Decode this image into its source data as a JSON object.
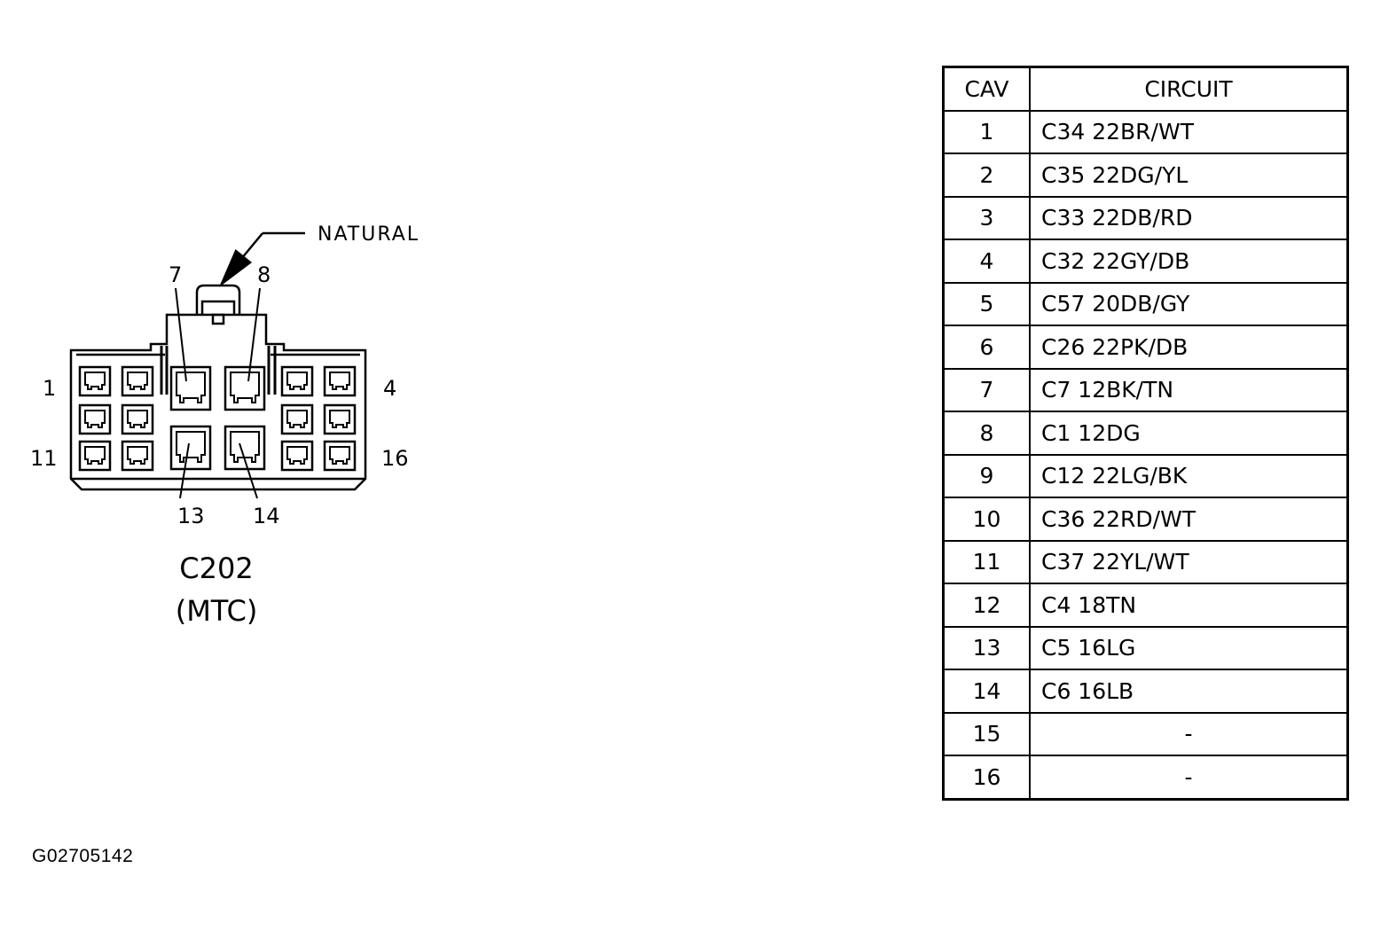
{
  "connector": {
    "name": "C202",
    "subtitle": "(MTC)",
    "color_callout": "NATURAL",
    "pin_labels": {
      "p1": "1",
      "p4": "4",
      "p7": "7",
      "p8": "8",
      "p11": "11",
      "p13": "13",
      "p14": "14",
      "p16": "16"
    }
  },
  "table": {
    "headers": {
      "cav": "CAV",
      "circuit": "CIRCUIT"
    },
    "rows": [
      {
        "cav": "1",
        "circuit": "C34 22BR/WT"
      },
      {
        "cav": "2",
        "circuit": "C35 22DG/YL"
      },
      {
        "cav": "3",
        "circuit": "C33 22DB/RD"
      },
      {
        "cav": "4",
        "circuit": "C32 22GY/DB"
      },
      {
        "cav": "5",
        "circuit": "C57 20DB/GY"
      },
      {
        "cav": "6",
        "circuit": "C26 22PK/DB"
      },
      {
        "cav": "7",
        "circuit": "C7 12BK/TN"
      },
      {
        "cav": "8",
        "circuit": "C1 12DG"
      },
      {
        "cav": "9",
        "circuit": "C12 22LG/BK"
      },
      {
        "cav": "10",
        "circuit": "C36 22RD/WT"
      },
      {
        "cav": "11",
        "circuit": "C37 22YL/WT"
      },
      {
        "cav": "12",
        "circuit": "C4 18TN"
      },
      {
        "cav": "13",
        "circuit": "C5 16LG"
      },
      {
        "cav": "14",
        "circuit": "C6 16LB"
      },
      {
        "cav": "15",
        "circuit": "-"
      },
      {
        "cav": "16",
        "circuit": "-"
      }
    ]
  },
  "figure_id": "G02705142"
}
